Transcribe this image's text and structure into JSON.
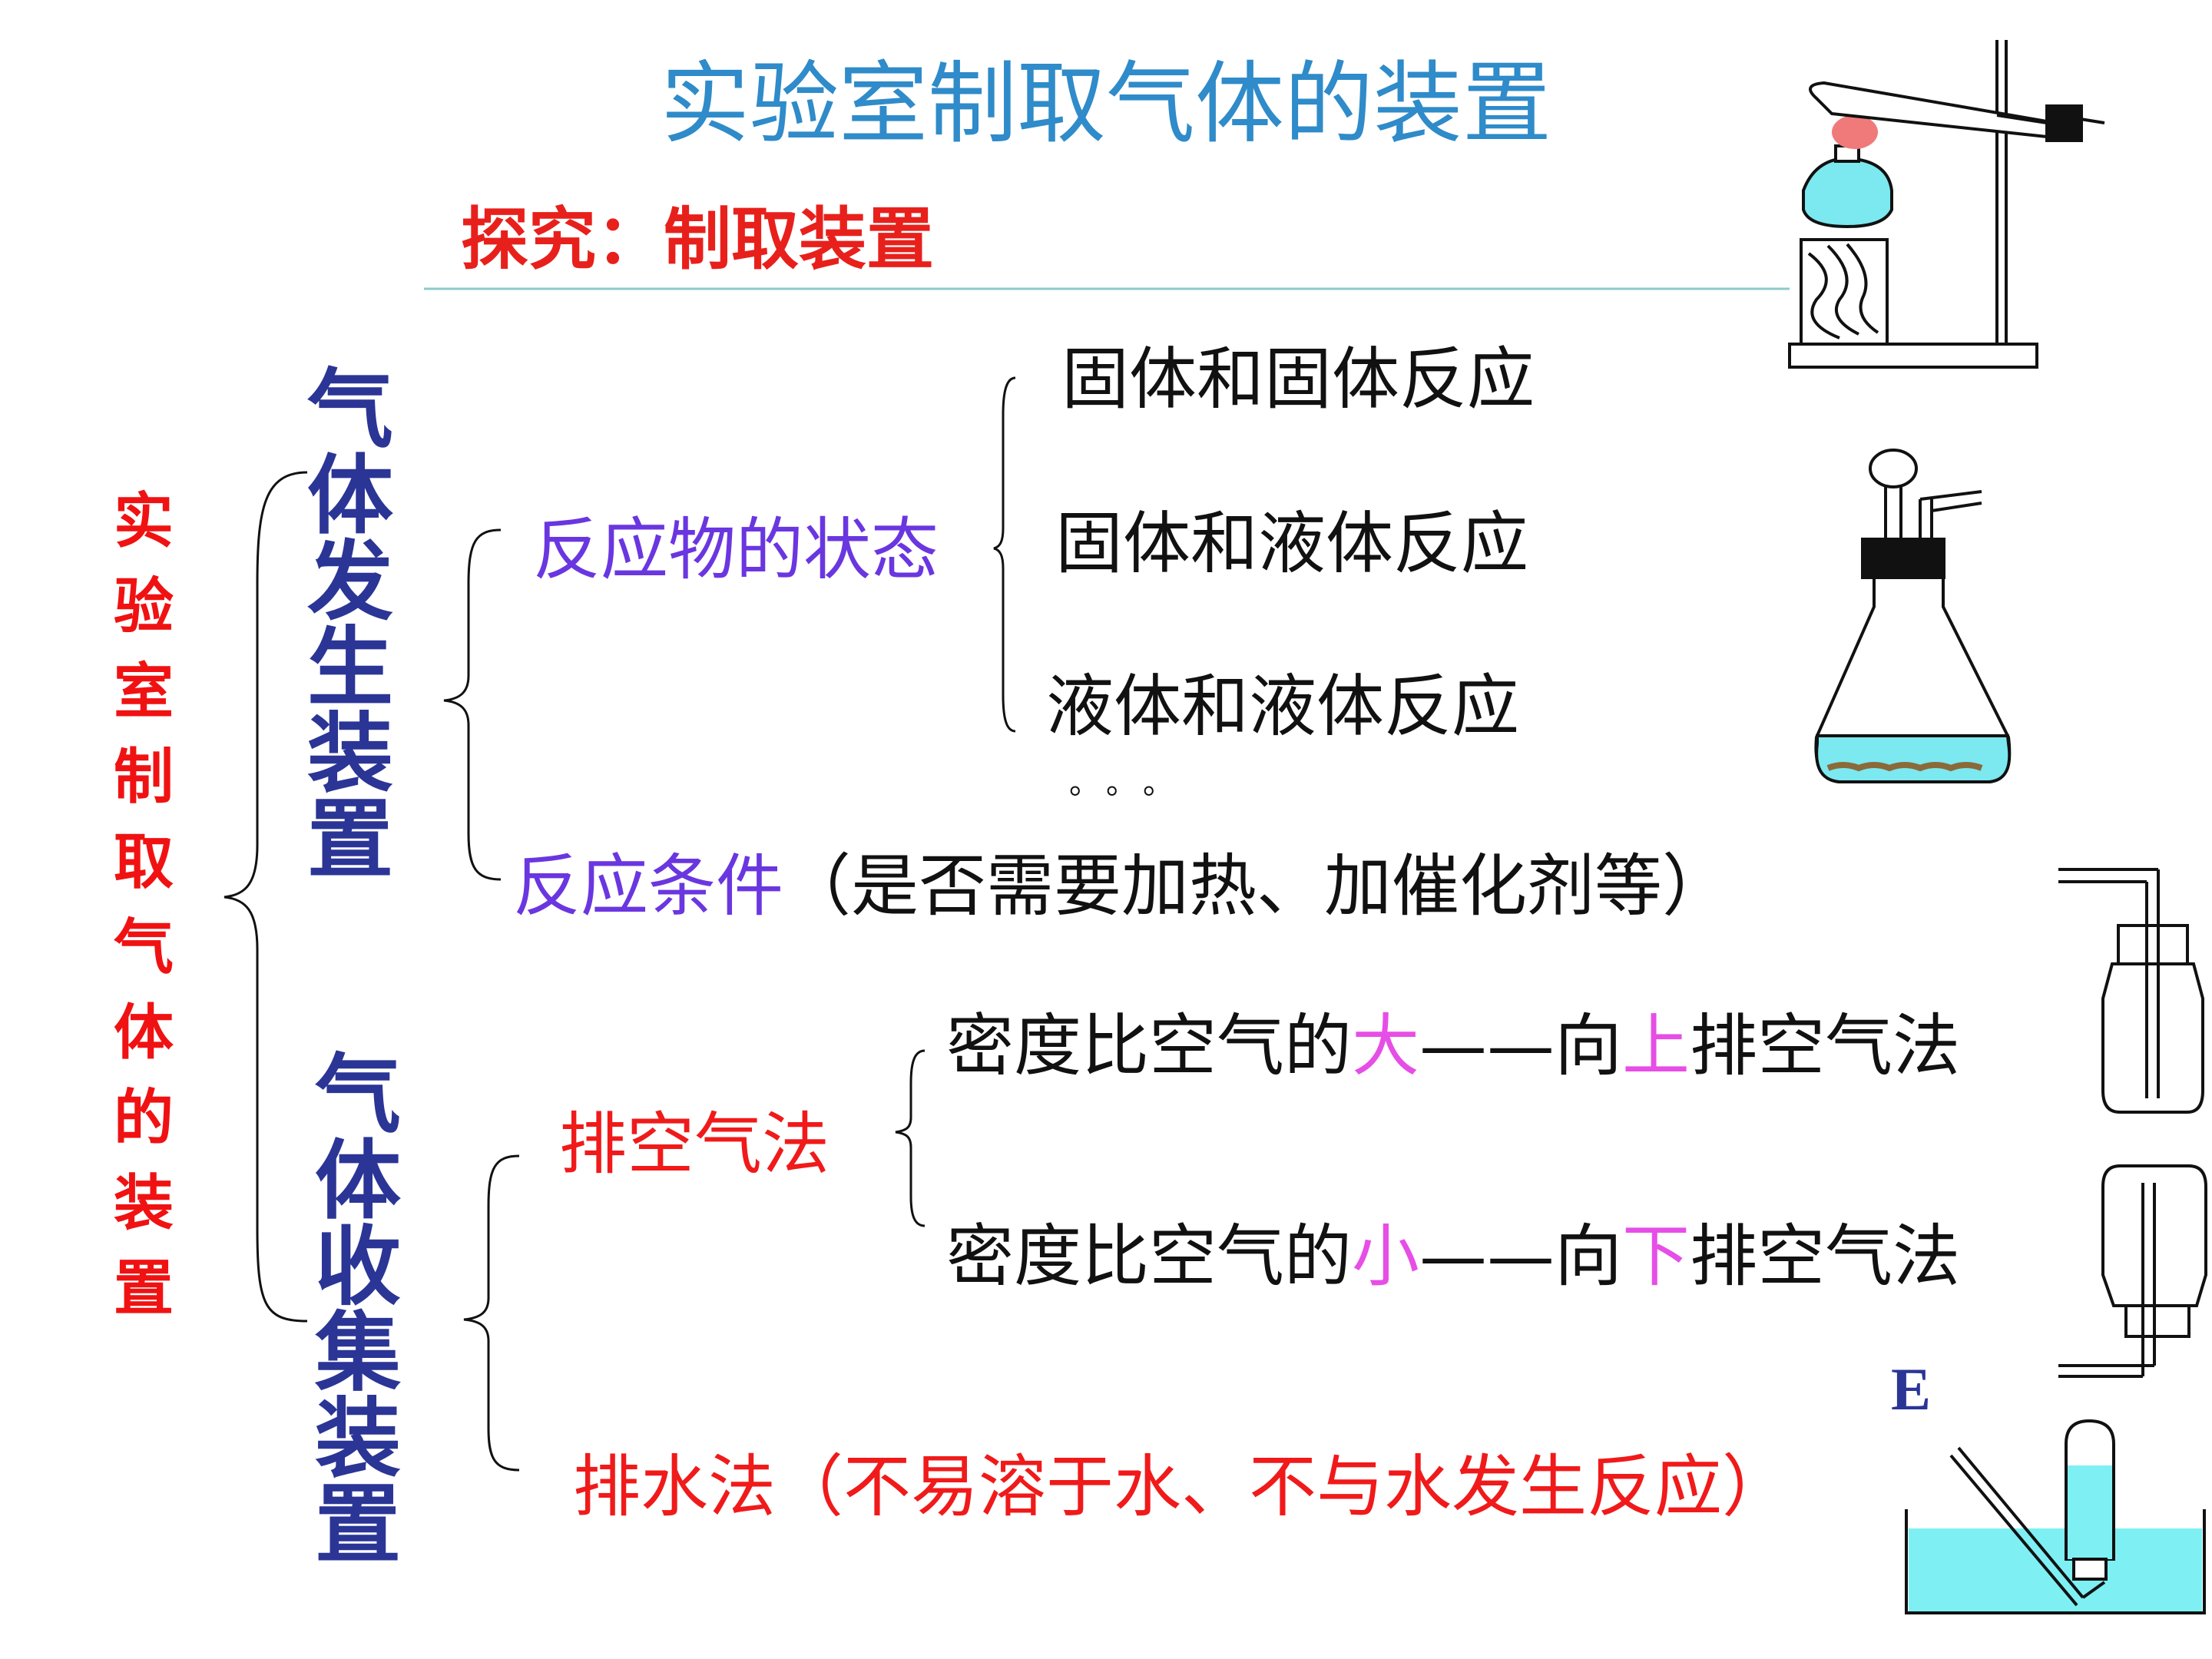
{
  "title": "实验室制取气体的装置",
  "subtitle": "探究：制取装置",
  "left_label": [
    "实",
    "验",
    "室",
    "制",
    "取",
    "气",
    "体",
    "的",
    "装",
    "置"
  ],
  "generation": {
    "label": [
      "气",
      "体",
      "发",
      "生",
      "装",
      "置"
    ],
    "reactant_state": "反应物的状态",
    "states": [
      "固体和固体反应",
      "固体和液体反应",
      "液体和液体反应"
    ],
    "ellipsis": "。。。",
    "conditions_head": "反应条件",
    "conditions_detail": "（是否需要加热、加催化剂等）"
  },
  "collection": {
    "label": [
      "气",
      "体",
      "收",
      "集",
      "装",
      "置"
    ],
    "air_method": "排空气法",
    "upward": {
      "pre": "密度比空气的",
      "key": "大",
      "mid": "——向",
      "dir": "上",
      "post": "排空气法"
    },
    "downward": {
      "pre": "密度比空气的",
      "key": "小",
      "mid": "——向",
      "dir": "下",
      "post": "排空气法"
    },
    "water_method": "排水法（不易溶于水、不与水发生反应）"
  },
  "apparatus_label_e": "E",
  "colors": {
    "title": "#2f8bc9",
    "subtitle": "#e8201c",
    "left_label": "#f01212",
    "category": "#2b3596",
    "reactant": "#6a36e0",
    "emphasis": "#e64ee6",
    "water": "#7ef0f4"
  },
  "icons": [
    "alcohol-lamp-heating-apparatus-icon",
    "conical-flask-apparatus-icon",
    "upward-air-collection-bottle-icon",
    "downward-air-collection-bottle-icon",
    "water-trough-collection-icon"
  ]
}
